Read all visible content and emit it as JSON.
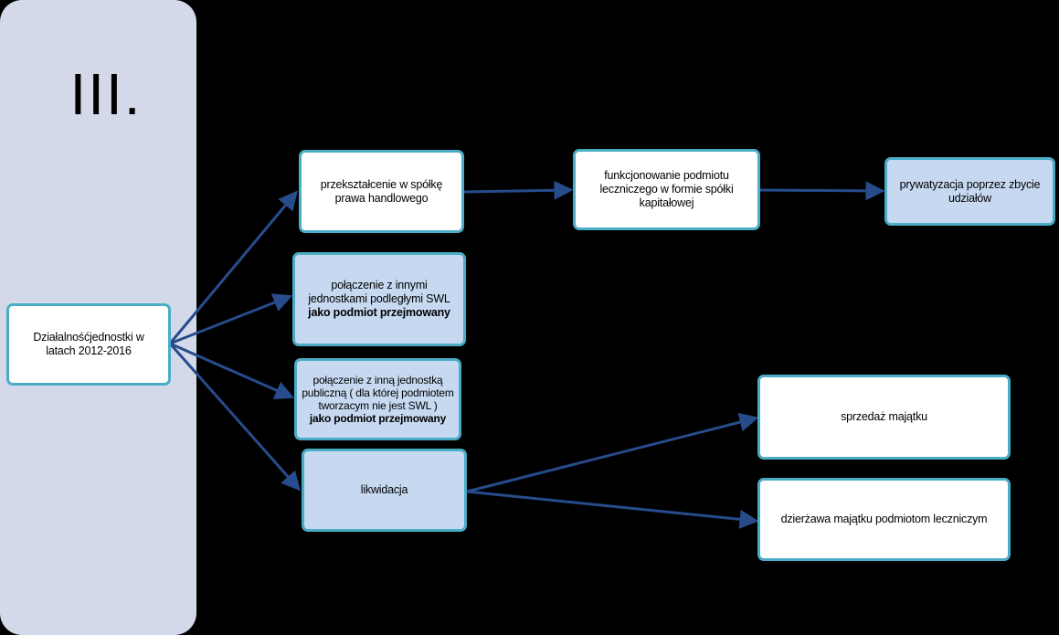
{
  "section_number": "III.",
  "colors": {
    "background": "#000000",
    "side_panel": "#d3d9e8",
    "node_border": "#4bacc6",
    "node_blue_fill": "#c6d9f1",
    "node_white_fill": "#ffffff",
    "arrow": "#264c8c"
  },
  "nodes": {
    "root": "Działalnośćjednostki w latach 2012-2016",
    "transform": "przekształcenie w spółkę prawa handlowego",
    "operate": "funkcjonowanie podmiotu leczniczego w formie spółki kapitałowej",
    "privatize": "prywatyzacja poprzez zbycie udziałów",
    "merge_swl_text": "połączenie z innymi jednostkami podległymi SWL",
    "merge_swl_bold": "jako podmiot przejmowany",
    "merge_public_text": "połączenie z inną jednostką publiczną ( dla  której podmiotem tworzacym nie jest SWL )",
    "merge_public_bold": "jako podmiot przejmowany",
    "liquidation": "likwidacja",
    "sale": "sprzedaż majątku",
    "lease": "dzierżawa majątku podmiotom leczniczym"
  }
}
